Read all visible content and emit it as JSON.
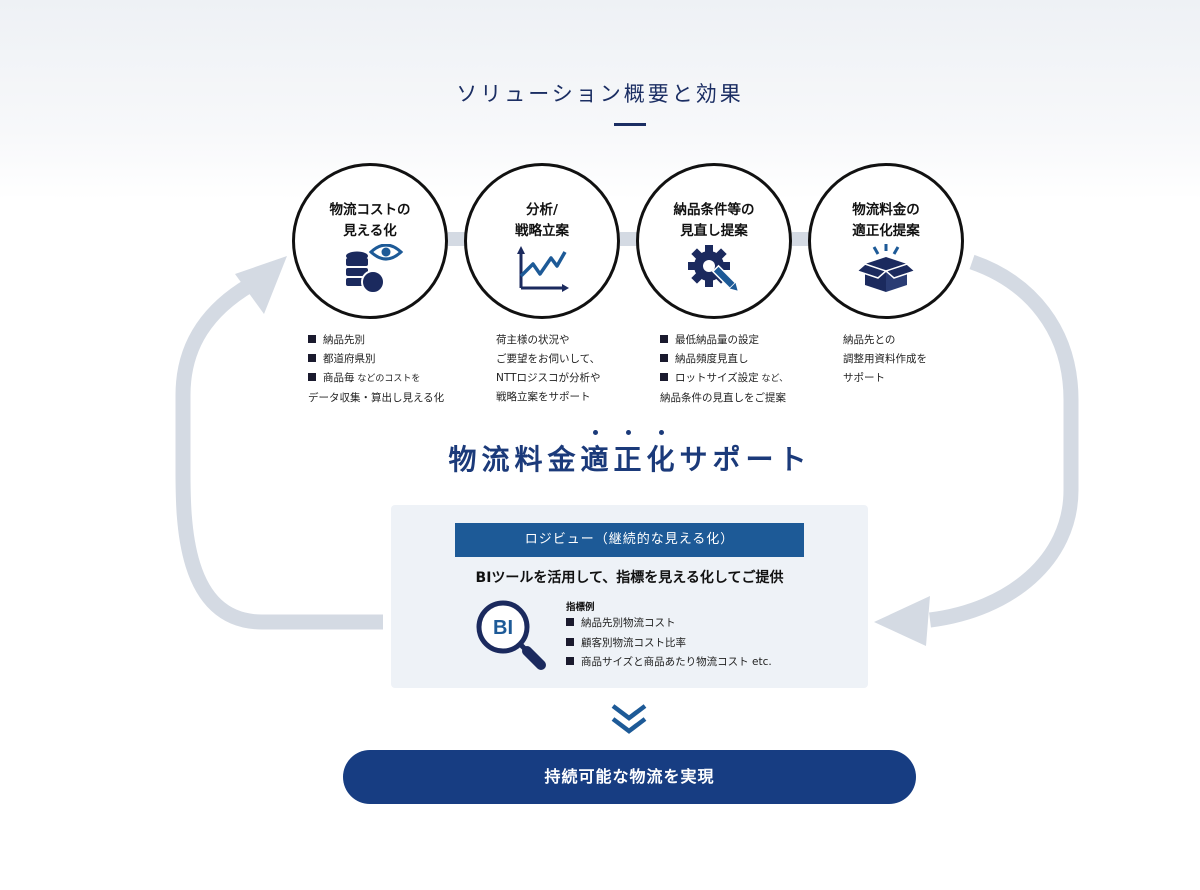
{
  "section_title": "ソリューション概要と効果",
  "steps": [
    {
      "title_lines": [
        "物流コストの",
        "見える化"
      ],
      "icon": "database-eye-icon",
      "description": [
        {
          "bullet": true,
          "text": "納品先別",
          "suffix": ""
        },
        {
          "bullet": true,
          "text": "都道府県別",
          "suffix": ""
        },
        {
          "bullet": true,
          "text": "商品毎",
          "suffix": " などのコストを"
        },
        {
          "bullet": false,
          "text": "データ収集・算出し見える化",
          "suffix": ""
        }
      ]
    },
    {
      "title_lines": [
        "分析/",
        "戦略立案"
      ],
      "icon": "trend-chart-icon",
      "description": [
        {
          "bullet": false,
          "text": "荷主様の状況や",
          "suffix": ""
        },
        {
          "bullet": false,
          "text": "ご要望をお伺いして、",
          "suffix": ""
        },
        {
          "bullet": false,
          "text": "NTTロジスコが分析や",
          "suffix": ""
        },
        {
          "bullet": false,
          "text": "戦略立案をサポート",
          "suffix": ""
        }
      ]
    },
    {
      "title_lines": [
        "納品条件等の",
        "見直し提案"
      ],
      "icon": "gear-pencil-icon",
      "description": [
        {
          "bullet": true,
          "text": "最低納品量の設定",
          "suffix": ""
        },
        {
          "bullet": true,
          "text": "納品頻度見直し",
          "suffix": ""
        },
        {
          "bullet": true,
          "text": "ロットサイズ設定",
          "suffix": " など、"
        },
        {
          "bullet": false,
          "text": "納品条件の見直しをご提案",
          "suffix": ""
        }
      ]
    },
    {
      "title_lines": [
        "物流料金の",
        "適正化提案"
      ],
      "icon": "open-box-icon",
      "description": [
        {
          "bullet": false,
          "text": "納品先との",
          "suffix": ""
        },
        {
          "bullet": false,
          "text": "調整用資料作成を",
          "suffix": ""
        },
        {
          "bullet": false,
          "text": "サポート",
          "suffix": ""
        }
      ]
    }
  ],
  "support_title": {
    "before": "物流料金",
    "emphasis": [
      "適",
      "正",
      "化"
    ],
    "after": "サポート"
  },
  "logiview": {
    "header": "ロジビュー（継続的な見える化）",
    "subtitle": "BIツールを活用して、指標を見える化してご提供",
    "icon_text": "BI",
    "metrics_label": "指標例",
    "metrics": [
      "納品先別物流コスト",
      "顧客別物流コスト比率",
      "商品サイズと商品あたり物流コスト  etc."
    ]
  },
  "final_button": "持続可能な物流を実現",
  "colors": {
    "navy": "#1b3a7a",
    "header_blue": "#1d5a97",
    "button_navy": "#173d82",
    "arrow_gray": "#d4dae3",
    "box_bg": "#eef2f7"
  }
}
